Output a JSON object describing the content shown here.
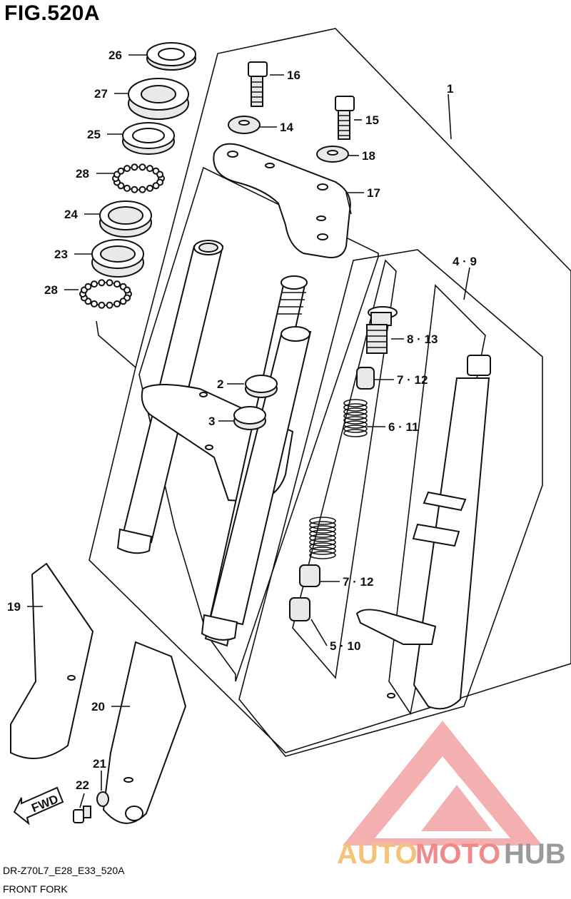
{
  "figure": {
    "title": "FIG.520A",
    "model_code": "DR-Z70L7_E28_E33_520A",
    "assembly_name": "FRONT FORK"
  },
  "callouts": [
    {
      "id": "c1",
      "label": "1"
    },
    {
      "id": "c16",
      "label": "16"
    },
    {
      "id": "c15",
      "label": "15"
    },
    {
      "id": "c14",
      "label": "14"
    },
    {
      "id": "c18",
      "label": "18"
    },
    {
      "id": "c17",
      "label": "17"
    },
    {
      "id": "c26",
      "label": "26"
    },
    {
      "id": "c27",
      "label": "27"
    },
    {
      "id": "c25",
      "label": "25"
    },
    {
      "id": "c28a",
      "label": "28"
    },
    {
      "id": "c24",
      "label": "24"
    },
    {
      "id": "c23",
      "label": "23"
    },
    {
      "id": "c28b",
      "label": "28"
    },
    {
      "id": "c2",
      "label": "2"
    },
    {
      "id": "c3",
      "label": "3"
    },
    {
      "id": "c49",
      "label": "4 · 9"
    },
    {
      "id": "c813",
      "label": "8 · 13"
    },
    {
      "id": "c712a",
      "label": "7 · 12"
    },
    {
      "id": "c611",
      "label": "6 · 11"
    },
    {
      "id": "c712b",
      "label": "7 · 12"
    },
    {
      "id": "c510",
      "label": "5 · 10"
    },
    {
      "id": "c19",
      "label": "19"
    },
    {
      "id": "c20",
      "label": "20"
    },
    {
      "id": "c21",
      "label": "21"
    },
    {
      "id": "c22",
      "label": "22"
    }
  ],
  "direction_badge": "FWD",
  "watermark": {
    "part1": "AUTO",
    "part2": "MOTO",
    "part3": "HUB",
    "color_light": "#f6c27a",
    "color_mid": "#f08a8a",
    "color_dark": "#9a9a9a"
  }
}
